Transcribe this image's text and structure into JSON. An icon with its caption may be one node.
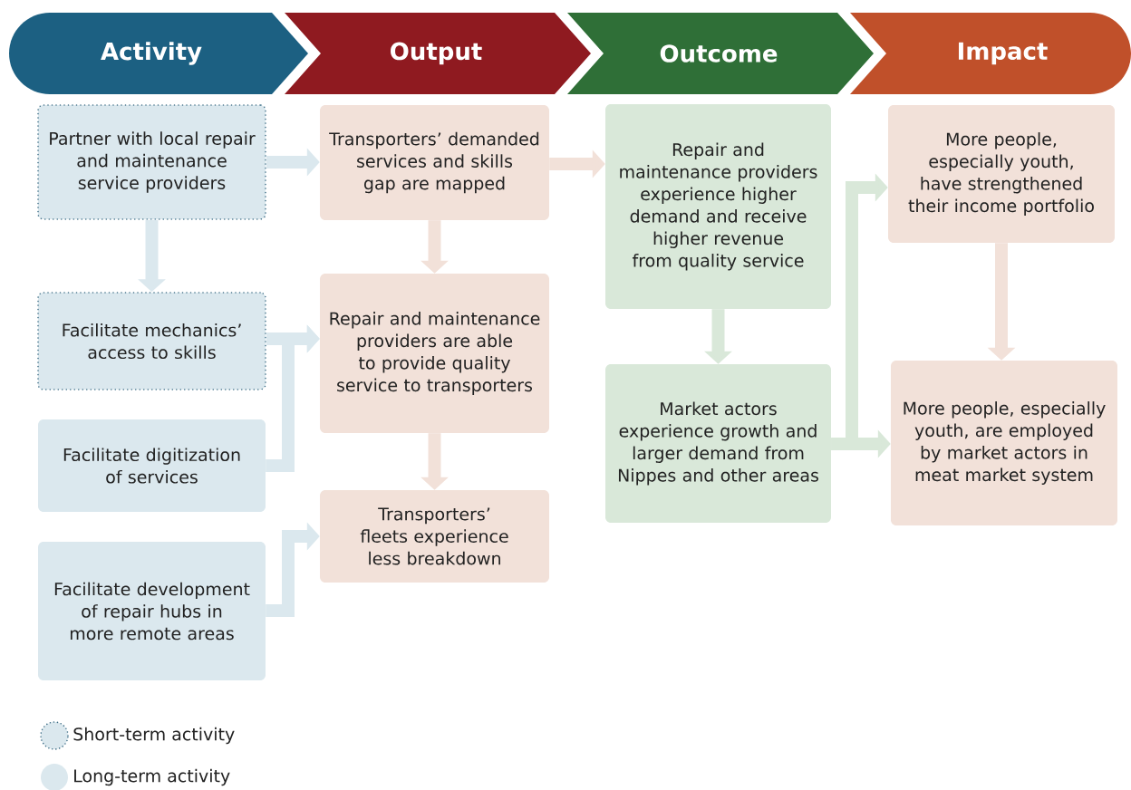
{
  "diagram": {
    "nodes": [
      {
        "text": [
          "Activity"
        ]
      },
      {
        "text": [
          "Output"
        ]
      },
      {
        "text": [
          "Outcome"
        ]
      },
      {
        "text": [
          "Impact"
        ]
      },
      {
        "text": [
          "Partner with local repair and maintenance service providers"
        ]
      },
      {
        "text": [
          "Facilitate mechanics’ access to skills"
        ]
      },
      {
        "text": [
          "Facilitate digitization of services"
        ]
      },
      {
        "text": [
          "Facilitate development of repair hubs in more remote areas"
        ]
      },
      {
        "text": [
          "Transporters’ demanded services and skills gap are mapped"
        ]
      },
      {
        "text": [
          "Repair and maintenance providers are able to provide quality service to transporters"
        ]
      },
      {
        "text": [
          "Transporters’ fleets experience less breakdown"
        ]
      },
      {
        "text": [
          "Repair and maintenance providers experience higher demand and receive higher revenue from quality service"
        ]
      },
      {
        "text": [
          "Market actors experience growth and larger demand from Nippes and other areas"
        ]
      },
      {
        "text": [
          "More people, especially youth, have strengthened their income portfolio"
        ]
      },
      {
        "text": [
          "More people, especially youth, are employed by market actors in meat market system"
        ]
      }
    ],
    "edges": [
      {
        "from": 4,
        "to": 8,
        "arrow": "to"
      },
      {
        "from": 4,
        "to": 5,
        "arrow": "to"
      },
      {
        "from": 5,
        "to": 9,
        "arrow": "to"
      },
      {
        "from": 6,
        "to": 9,
        "arrow": "to"
      },
      {
        "from": 7,
        "to": 10,
        "arrow": "to"
      },
      {
        "from": 8,
        "to": 9,
        "arrow": "to",
        "color": "#f2e1d9"
      },
      {
        "from": 9,
        "to": 10,
        "arrow": "to",
        "color": "#f2e1d9"
      },
      {
        "from": 8,
        "to": 11,
        "arrow": "to",
        "color": "#f2e1d9"
      },
      {
        "from": 11,
        "to": 12,
        "arrow": "to",
        "color": "#d9e8d9"
      },
      {
        "from": 12,
        "to": 13,
        "arrow": "to",
        "color": "#d9e8d9"
      },
      {
        "from": 12,
        "to": 14,
        "arrow": "to",
        "color": "#d9e8d9"
      },
      {
        "from": 13,
        "to": 14,
        "arrow": "to",
        "color": "#f2e1d9"
      }
    ],
    "legend": [
      {
        "text": "Short-term activity"
      },
      {
        "text": "Long-term activity",
        "color": "#dbe8ee"
      }
    ]
  }
}
